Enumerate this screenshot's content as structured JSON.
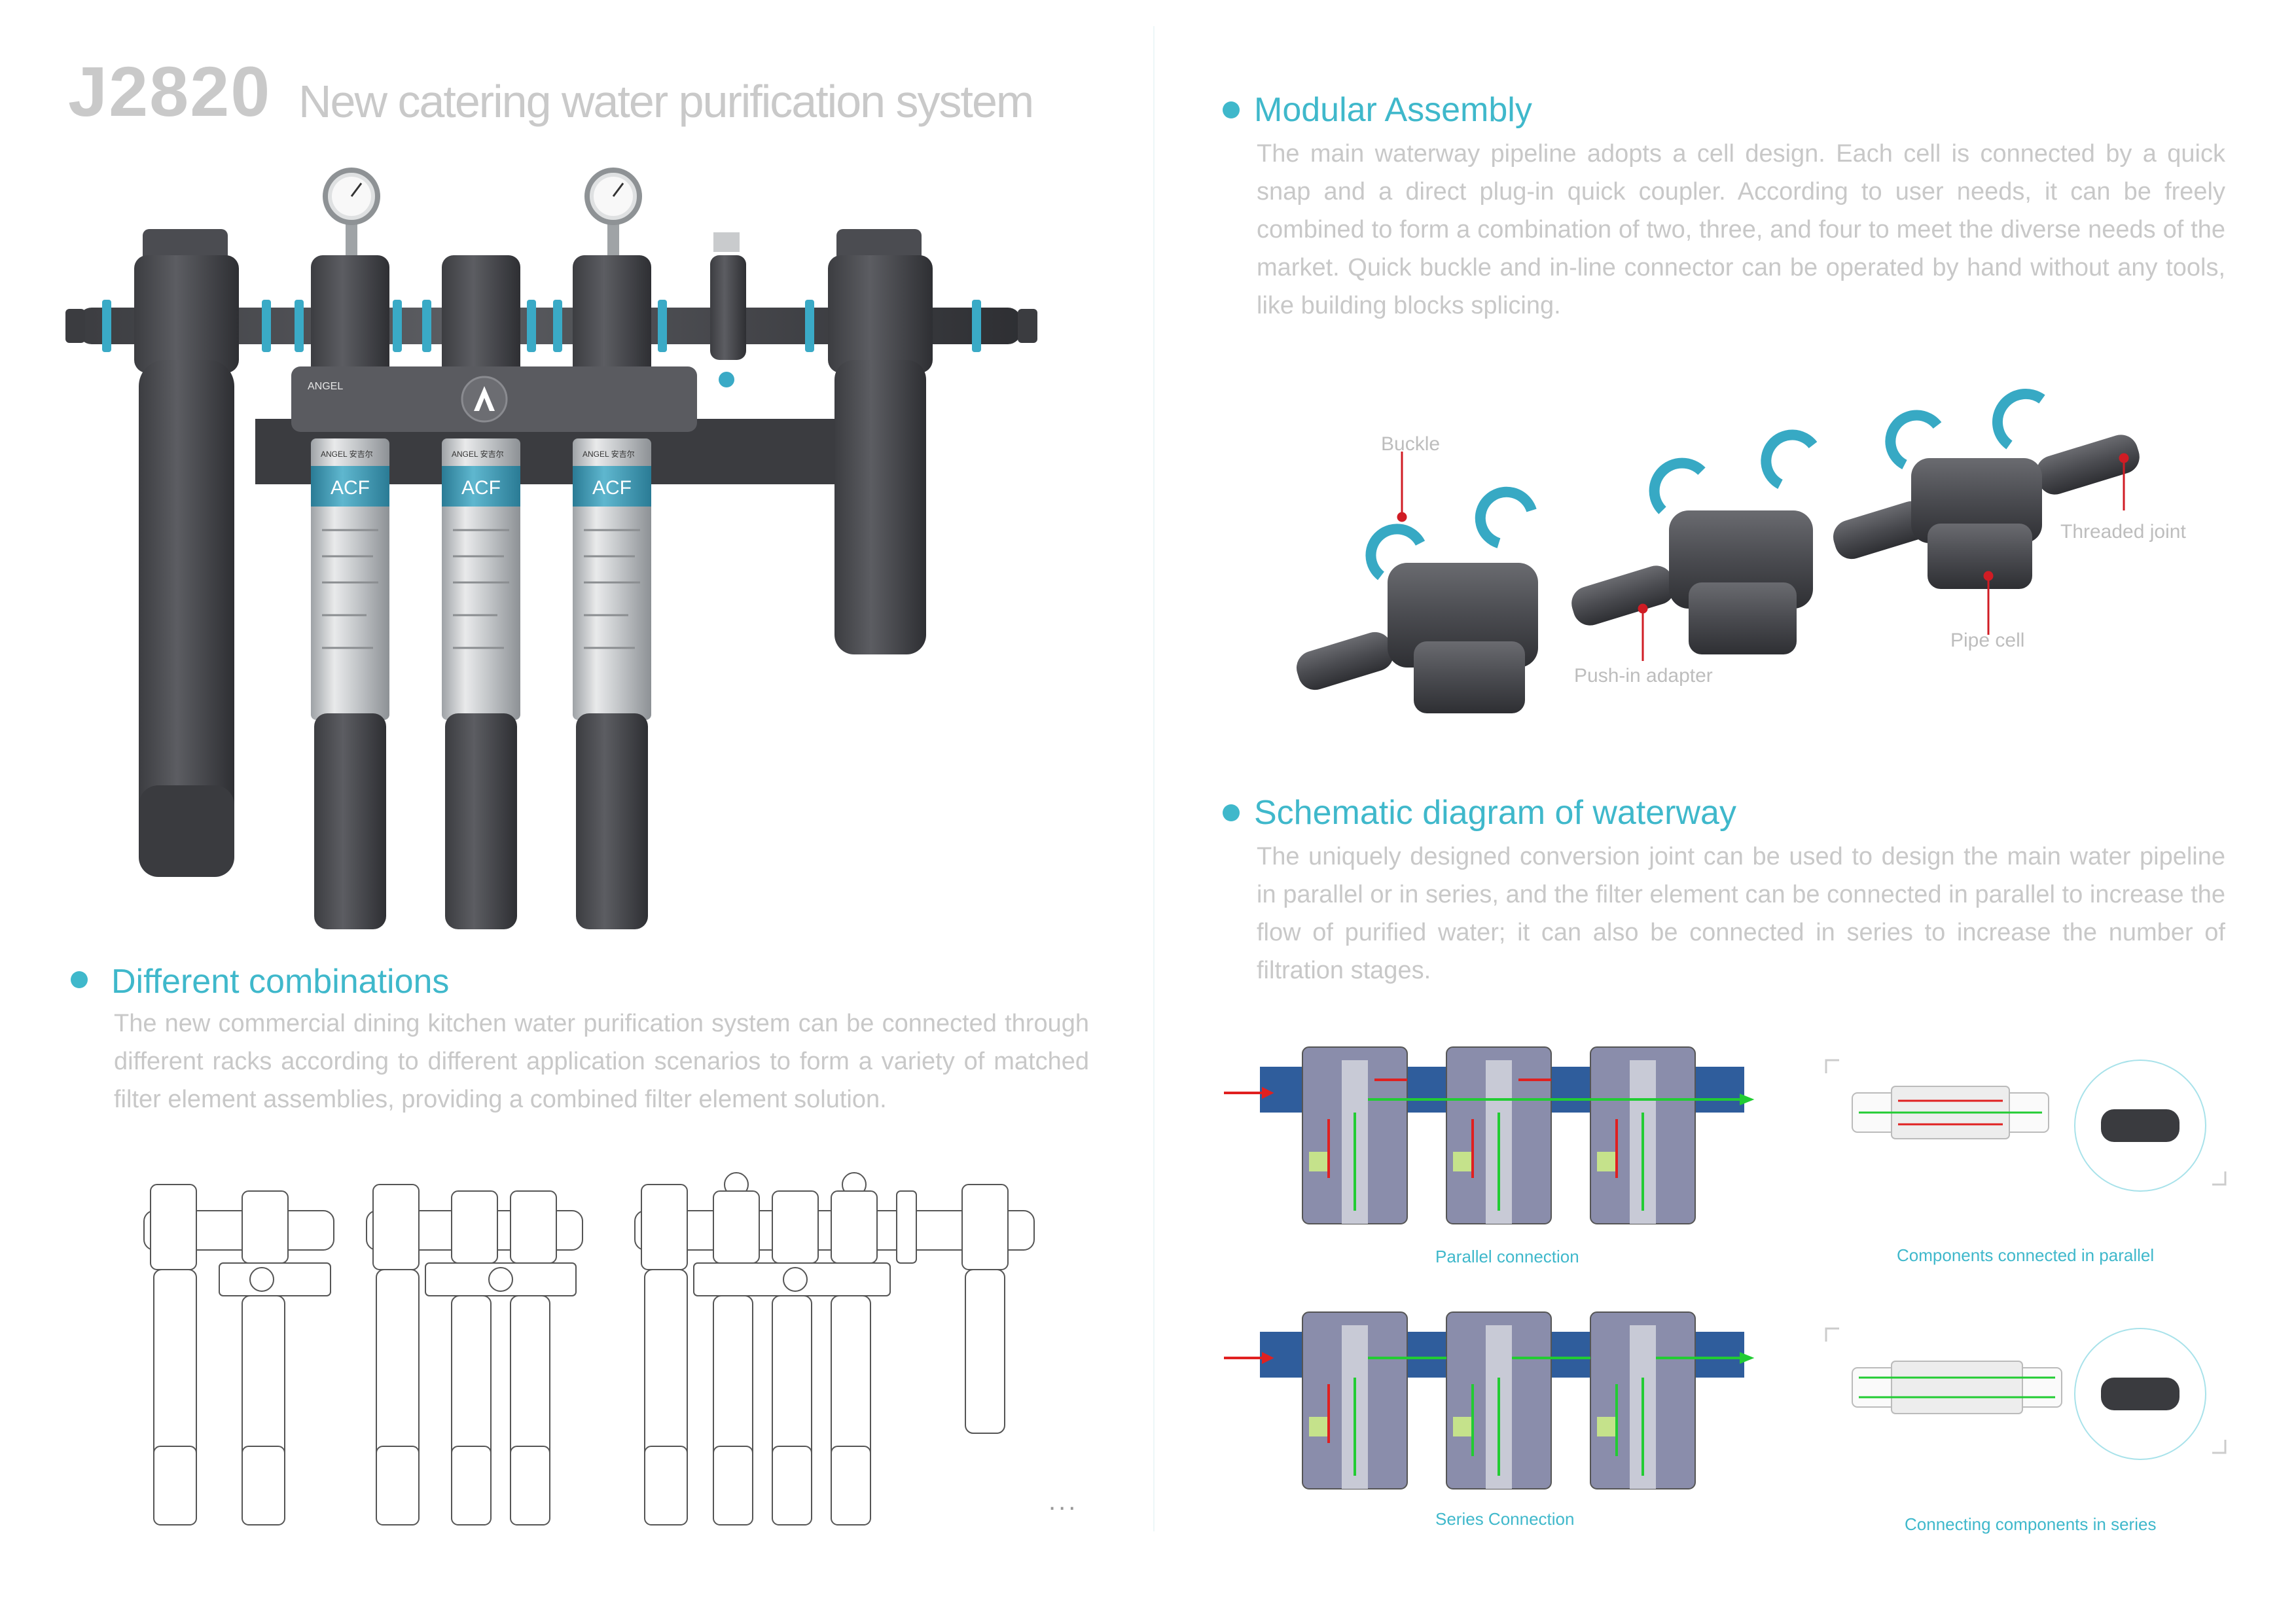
{
  "title": {
    "model": "J2820",
    "subtitle": "New catering water purification system"
  },
  "product": {
    "brand": "ANGEL",
    "cartridge_brand": "ANGEL 安吉尔",
    "cartridge_label": "ACF",
    "cartridge_count": 3
  },
  "sections": {
    "combinations": {
      "heading": "Different combinations",
      "body": "The new commercial dining kitchen water purification system can be connected through different racks according to different application scenarios to form a variety of matched filter element assemblies, providing a combined filter element solution.",
      "more": "..."
    },
    "modular": {
      "heading": "Modular Assembly",
      "body": "The main waterway pipeline adopts a cell design. Each cell is connected by a quick snap and a direct plug-in quick coupler. According to user needs, it can be freely combined to form a combination of two, three, and four to meet the diverse needs of the market. Quick buckle and in-line connector can be operated by hand without any tools, like building blocks splicing.",
      "callouts": {
        "buckle": "Buckle",
        "threaded_joint": "Threaded joint",
        "pipe_cell": "Pipe cell",
        "push_in": "Push-in adapter"
      }
    },
    "schematic": {
      "heading": "Schematic diagram of waterway",
      "body": "The uniquely designed conversion joint can be used to design the main water pipeline in parallel or in series, and the filter element can be connected in parallel to increase the flow of purified water; it can also be connected in series to increase the number of filtration stages.",
      "captions": {
        "parallel": "Parallel connection",
        "parallel_components": "Components connected in parallel",
        "series": "Series Connection",
        "series_components": "Connecting components in series"
      }
    }
  },
  "colors": {
    "accent": "#3fb8cb",
    "housing": "#4a4b50",
    "clip": "#37a9c4",
    "flow_in": "#e02020",
    "flow_out": "#22cc33"
  }
}
